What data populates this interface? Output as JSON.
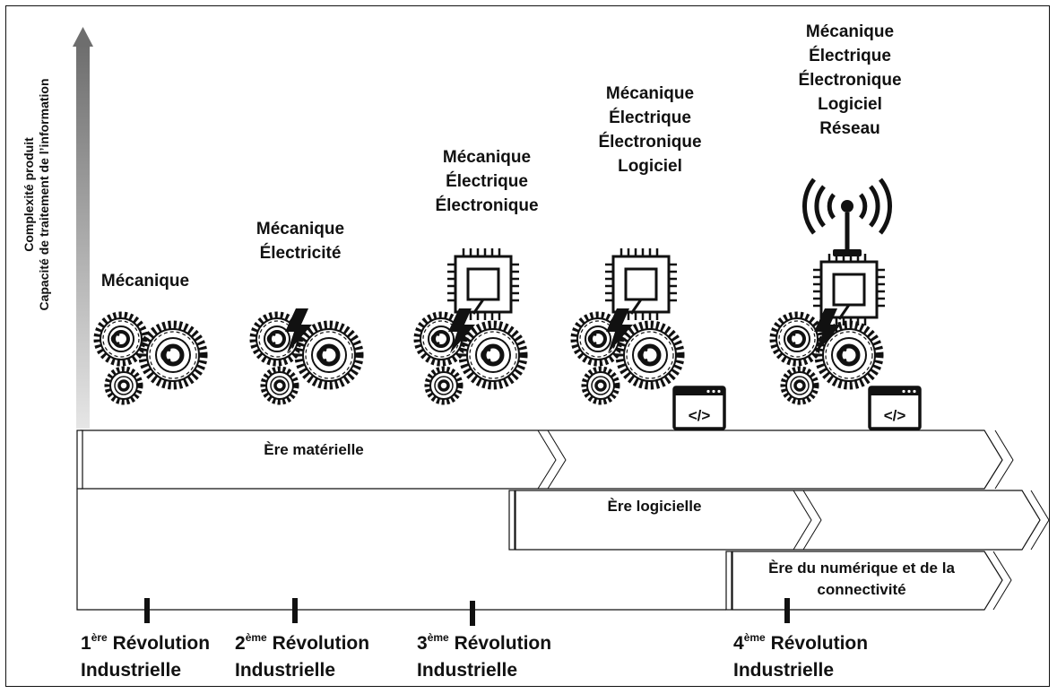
{
  "axis": {
    "line1": "Complexité produit",
    "line2": "Capacité de traitement de l’information"
  },
  "stages": [
    {
      "lines": [
        "Mécanique"
      ]
    },
    {
      "lines": [
        "Mécanique",
        "Électricité"
      ]
    },
    {
      "lines": [
        "Mécanique",
        "Électrique",
        "Électronique"
      ]
    },
    {
      "lines": [
        "Mécanique",
        "Électrique",
        "Électronique",
        "Logiciel"
      ]
    },
    {
      "lines": [
        "Mécanique",
        "Électrique",
        "Électronique",
        "Logiciel",
        "Réseau"
      ]
    }
  ],
  "eras": {
    "hardware": "Ère matérielle",
    "software": "Ère logicielle",
    "digital": "Ère du numérique et de la connectivité"
  },
  "revolutions": [
    {
      "number": "1",
      "sup": "ère",
      "word": "Révolution",
      "line2": "Industrielle"
    },
    {
      "number": "2",
      "sup": "ème",
      "word": "Révolution",
      "line2": "Industrielle"
    },
    {
      "number": "3",
      "sup": "ème",
      "word": "Révolution",
      "line2": "Industrielle"
    },
    {
      "number": "4",
      "sup": "ème",
      "word": "Révolution",
      "line2": "Industrielle"
    }
  ],
  "code_icon_text": "</>",
  "icons": [
    "gears-icon",
    "lightning-icon",
    "chip-icon",
    "code-window-icon",
    "antenna-icon"
  ]
}
